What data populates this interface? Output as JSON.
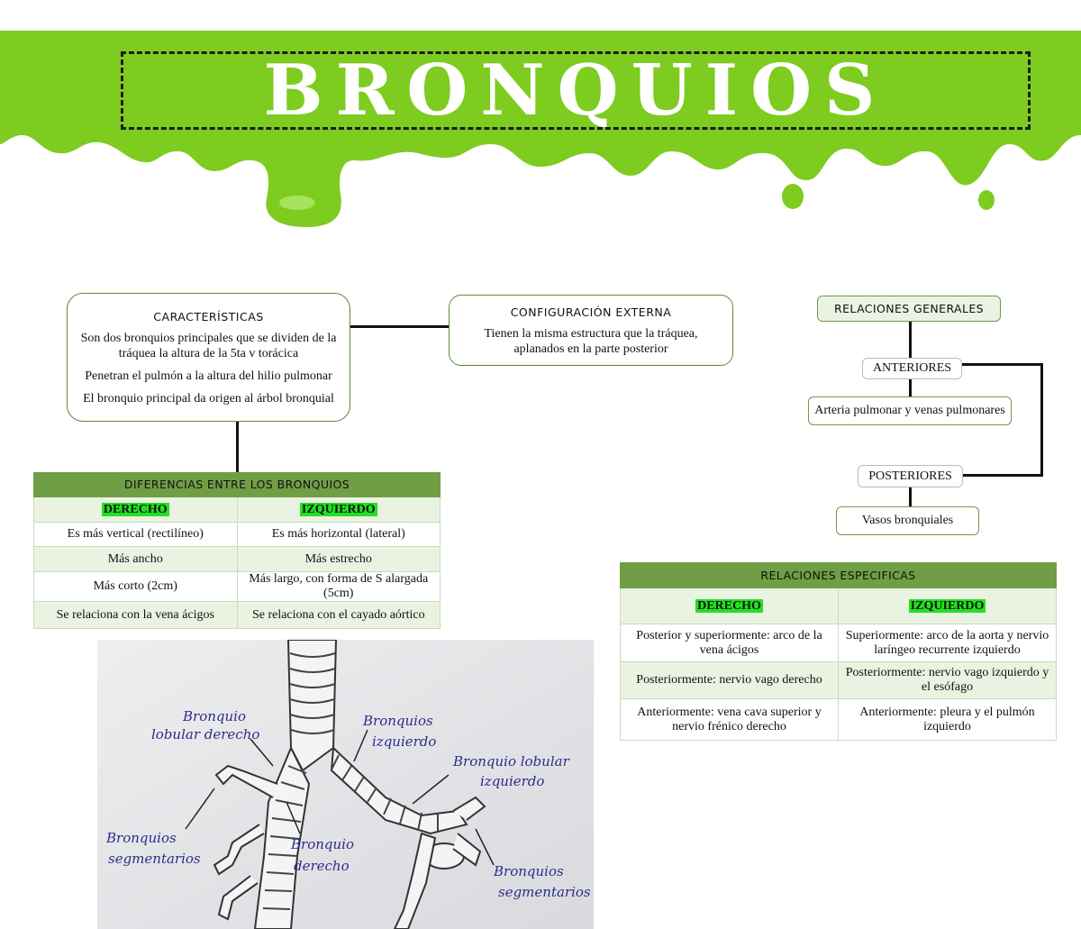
{
  "banner": {
    "title": "BRONQUIOS",
    "color": "#7dcc1f"
  },
  "caracteristicas": {
    "heading": "CARACTERÍSTICAS",
    "p1": "Son dos bronquios principales que se dividen de la tráquea la altura de la 5ta v torácica",
    "p2": "Penetran el pulmón a la altura del hilio pulmonar",
    "p3": "El bronquio principal da origen al árbol bronquial"
  },
  "configuracion": {
    "heading": "CONFIGURACIÓN EXTERNA",
    "text": "Tienen la misma estructura que la tráquea, aplanados en la parte posterior"
  },
  "diferencias": {
    "title": "DIFERENCIAS ENTRE LOS BRONQUIOS",
    "col_left": "DERECHO",
    "col_right": "IZQUIERDO",
    "rows": [
      [
        "Es más vertical (rectilíneo)",
        "Es más horizontal (lateral)"
      ],
      [
        "Más ancho",
        "Más estrecho"
      ],
      [
        "Más corto (2cm)",
        "Más largo, con forma de S alargada (5cm)"
      ],
      [
        "Se relaciona con la vena ácigos",
        "Se relaciona con el cayado aórtico"
      ]
    ]
  },
  "relaciones_generales": {
    "title": "RELACIONES GENERALES",
    "anteriores": "ANTERIORES",
    "anteriores_item": "Arteria pulmonar y venas pulmonares",
    "posteriores": "POSTERIORES",
    "posteriores_item": "Vasos bronquiales"
  },
  "relaciones_especificas": {
    "title": "RELACIONES ESPECIFICAS",
    "col_left": "DERECHO",
    "col_right": "IZQUIERDO",
    "rows": [
      [
        "Posterior y superiormente: arco de la vena ácigos",
        "Superiormente: arco de la aorta y nervio laríngeo recurrente izquierdo"
      ],
      [
        "Posteriormente: nervio vago derecho",
        "Posteriormente: nervio vago izquierdo y el esófago"
      ],
      [
        "Anteriormente: vena cava superior y nervio frénico derecho",
        "Anteriormente: pleura y el pulmón izquierdo"
      ]
    ]
  },
  "diagram": {
    "label_lobular_derecho": [
      "Bronquio",
      "lobular derecho"
    ],
    "label_izquierdo": [
      "Bronquios",
      "izquierdo"
    ],
    "label_lobular_izq": [
      "Bronquio lobular",
      "izquierdo"
    ],
    "label_segmentarios_left": [
      "Bronquios",
      "segmentarios"
    ],
    "label_derecho": [
      "Bronquio",
      "derecho"
    ],
    "label_segmentarios_right": [
      "Bronquios",
      "segmentarios"
    ]
  }
}
